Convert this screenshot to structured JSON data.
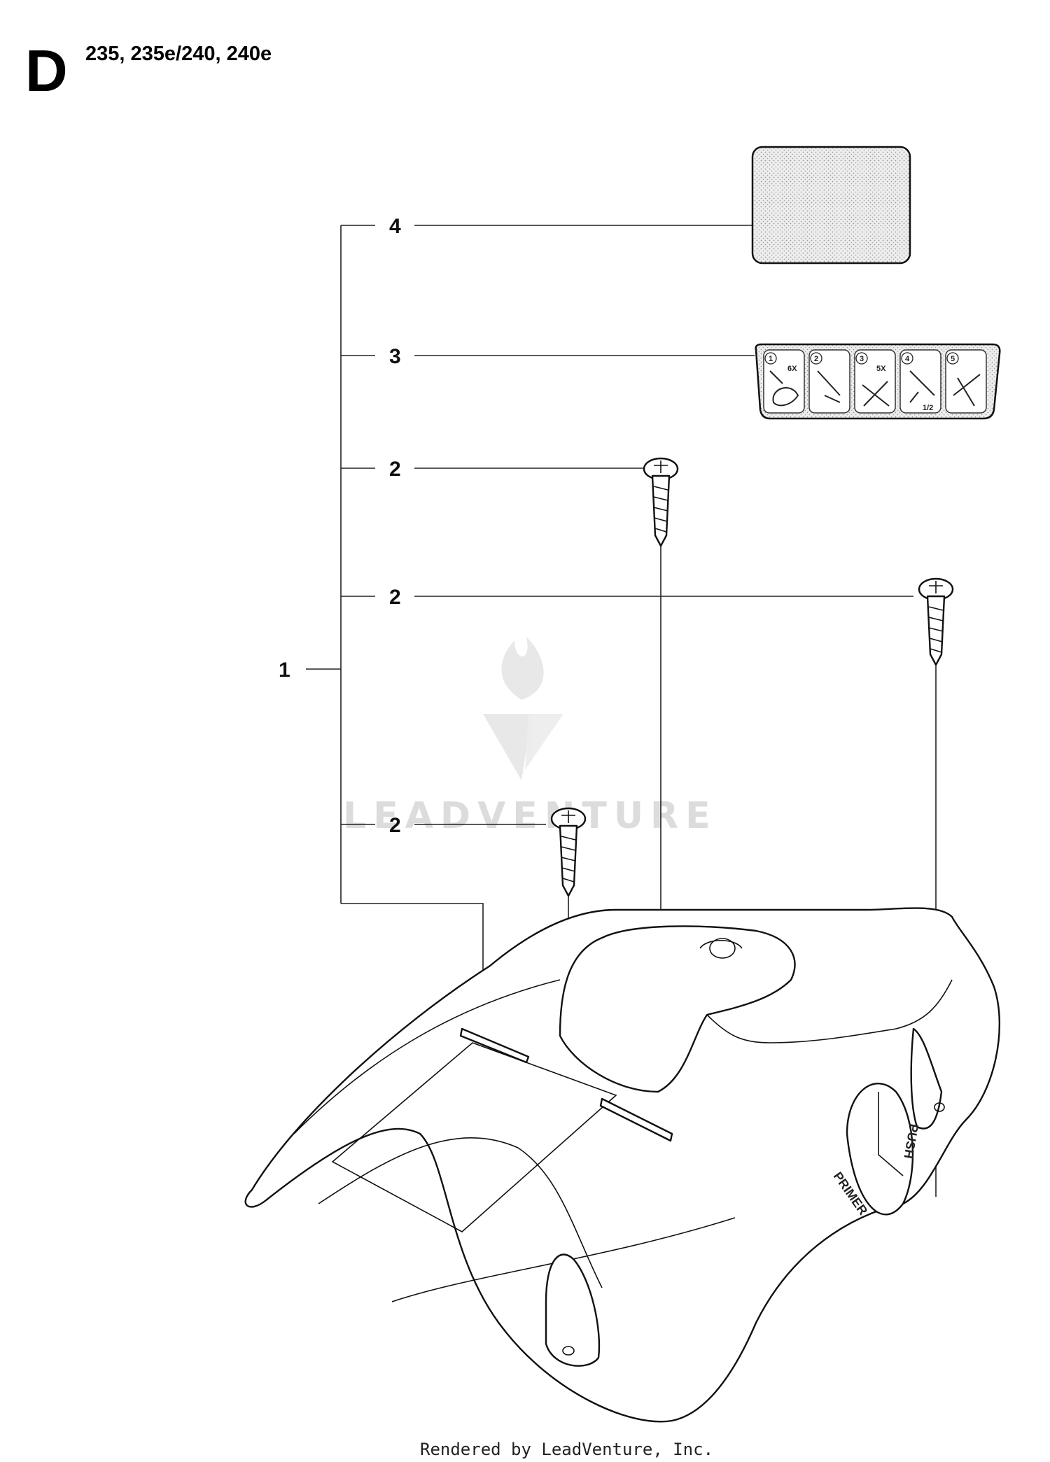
{
  "header": {
    "section_letter": "D",
    "models": "235, 235e/240, 240e"
  },
  "callouts": {
    "decal_blank": "4",
    "decal_start": "3",
    "screw_a": "2",
    "screw_b": "2",
    "screw_c": "2",
    "cover_assembly": "1"
  },
  "decal_start_steps": [
    "1",
    "2",
    "3",
    "4",
    "5"
  ],
  "decal_start_texts": [
    "6X",
    "5X",
    "1/2"
  ],
  "cover_labels": {
    "primer": "PRIMER",
    "fuel_pump": "PUSH"
  },
  "watermark": "LEADVENTURE",
  "footer": "Rendered by LeadVenture, Inc."
}
